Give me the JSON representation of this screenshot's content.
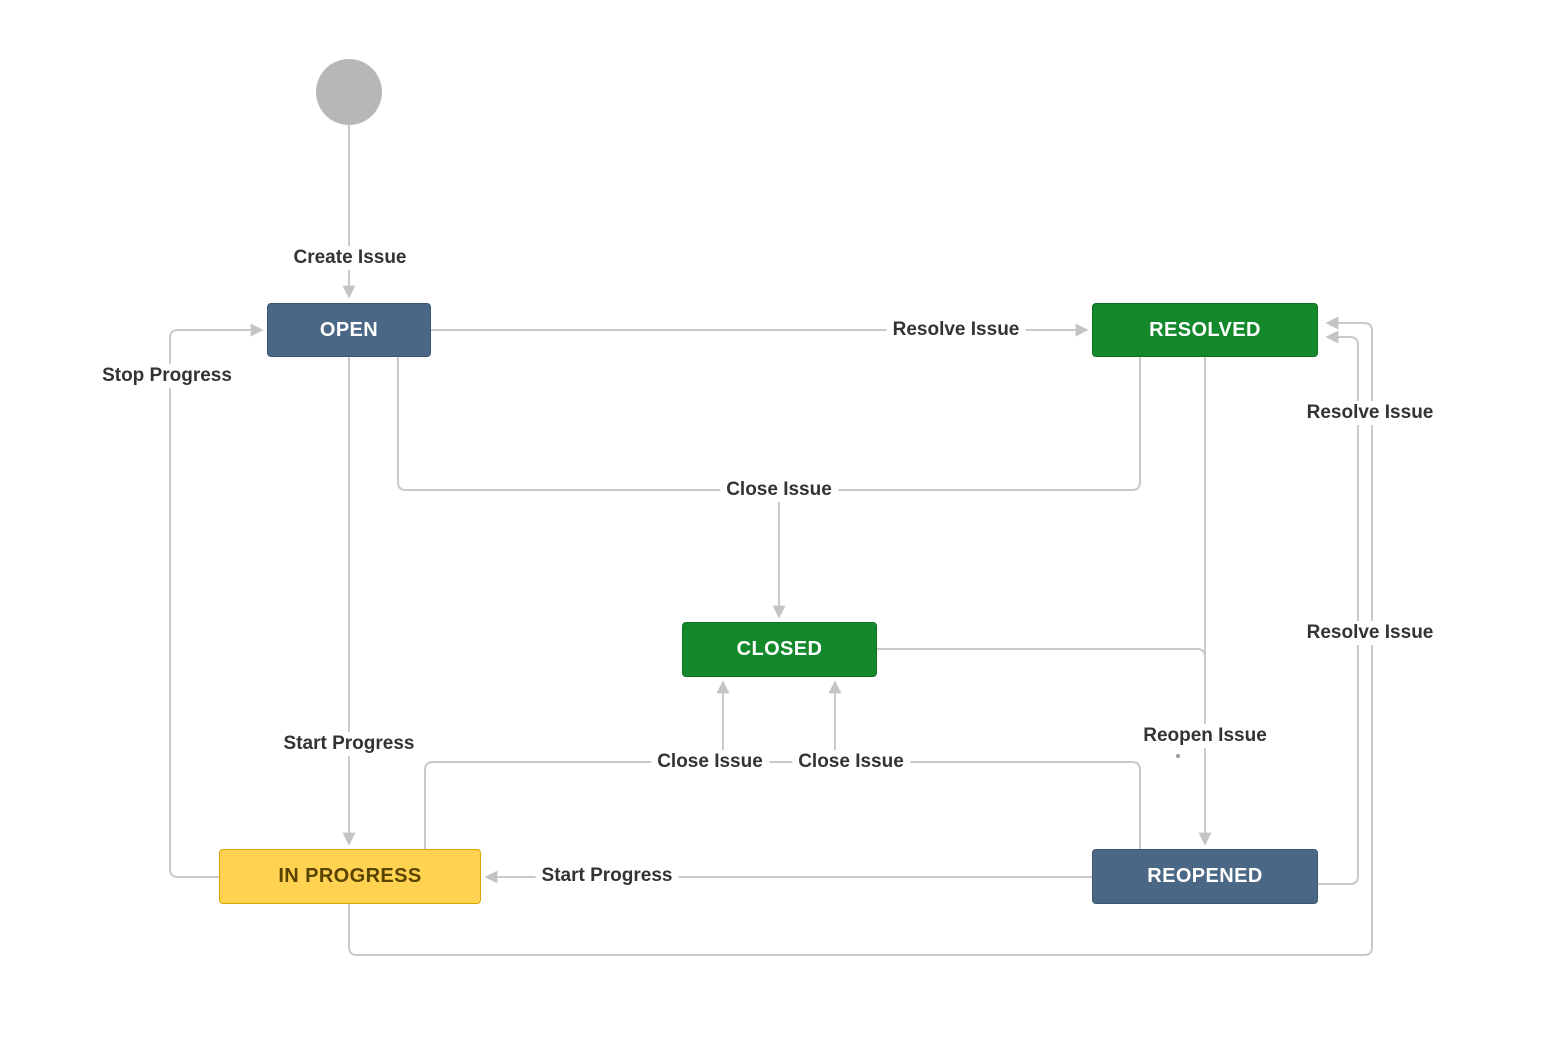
{
  "diagram": {
    "description": "Issue workflow state diagram"
  },
  "colors": {
    "status_blue": "#4a6785",
    "status_green": "#14892c",
    "status_yellow_bg": "#ffd351",
    "status_yellow_text": "#594300",
    "edge_gray": "#c9c9c9",
    "start_circle_gray": "#b7b7b7",
    "label_text": "#333333",
    "background": "#ffffff"
  },
  "nodes": {
    "start": {
      "shape": "circle"
    },
    "open": {
      "label": "OPEN"
    },
    "resolved": {
      "label": "RESOLVED"
    },
    "closed": {
      "label": "CLOSED"
    },
    "in_progress": {
      "label": "IN PROGRESS"
    },
    "reopened": {
      "label": "REOPENED"
    }
  },
  "edge_labels": {
    "create_issue": "Create Issue",
    "resolve_issue_open": "Resolve Issue",
    "stop_progress": "Stop Progress",
    "close_issue_merged": "Close Issue",
    "start_progress_open": "Start Progress",
    "close_issue_in_progress": "Close Issue",
    "close_issue_reopened": "Close Issue",
    "reopen_issue": "Reopen Issue",
    "start_progress_reopened": "Start Progress",
    "resolve_issue_reopened": "Resolve Issue",
    "resolve_issue_in_progress": "Resolve Issue"
  },
  "edges": [
    {
      "from": "start",
      "to": "OPEN",
      "label": "Create Issue"
    },
    {
      "from": "OPEN",
      "to": "RESOLVED",
      "label": "Resolve Issue"
    },
    {
      "from": "OPEN",
      "to": "CLOSED",
      "label": "Close Issue"
    },
    {
      "from": "RESOLVED",
      "to": "CLOSED",
      "label": "Close Issue"
    },
    {
      "from": "OPEN",
      "to": "IN PROGRESS",
      "label": "Start Progress"
    },
    {
      "from": "IN PROGRESS",
      "to": "OPEN",
      "label": "Stop Progress"
    },
    {
      "from": "IN PROGRESS",
      "to": "CLOSED",
      "label": "Close Issue"
    },
    {
      "from": "REOPENED",
      "to": "CLOSED",
      "label": "Close Issue"
    },
    {
      "from": "RESOLVED",
      "to": "REOPENED",
      "label": "Reopen Issue"
    },
    {
      "from": "CLOSED",
      "to": "REOPENED",
      "label": "Reopen Issue"
    },
    {
      "from": "REOPENED",
      "to": "IN PROGRESS",
      "label": "Start Progress"
    },
    {
      "from": "REOPENED",
      "to": "RESOLVED",
      "label": "Resolve Issue"
    },
    {
      "from": "IN PROGRESS",
      "to": "RESOLVED",
      "label": "Resolve Issue"
    }
  ]
}
